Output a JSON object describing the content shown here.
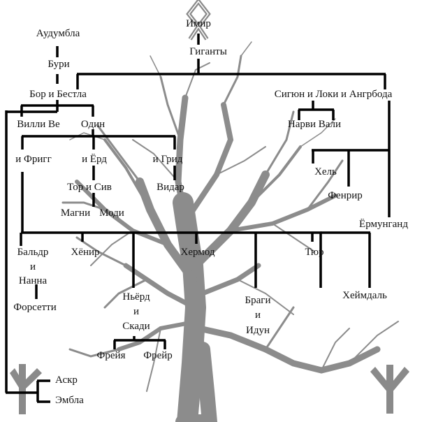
{
  "title": "Генеалогическое древо скандинавских богов",
  "colors": {
    "line": "#000000",
    "tree": "#8c8c8c",
    "rune": "#8a8a8a",
    "background": "#ffffff"
  },
  "nodes": {
    "imir": "Имир",
    "giganty": "Гиганты",
    "audumbla": "Аудумбла",
    "buri": "Бури",
    "bor_bestla": "Бор и Бестла",
    "villi_ve": "Вилли Ве",
    "odin": "Один",
    "sigyun_loki_angrboda": "Сигюн и Локи и Ангрбода",
    "narvi_vali": "Нарви Вали",
    "frigg": "и Фригг",
    "yord": "и Ёрд",
    "grid": "и Грид",
    "tor_siv": "Тор и Сив",
    "vidar": "Видар",
    "magni": "Магни",
    "modi": "Моди",
    "hel": "Хель",
    "fenrir": "Фенрир",
    "yormungand": "Ёрмунганд",
    "baldr": "Бальдр",
    "baldr_and": "и",
    "nanna": "Нанна",
    "forseti": "Форсетти",
    "hyonir": "Хёнир",
    "hermod": "Хермод",
    "tyur": "Тюр",
    "njord": "Ньёрд",
    "njord_and": "и",
    "skadi": "Скади",
    "bragi": "Браги",
    "bragi_and": "и",
    "idun": "Идун",
    "heimdall": "Хеймдаль",
    "freya": "Фрейя",
    "freyr": "Фрейр",
    "askr": "Аскр",
    "embla": "Эмбла"
  },
  "icons": {
    "top_rune": "othala-rune-icon",
    "left_rune": "algiz-reversed-rune-icon",
    "right_rune": "algiz-rune-icon",
    "background": "tree-silhouette"
  }
}
